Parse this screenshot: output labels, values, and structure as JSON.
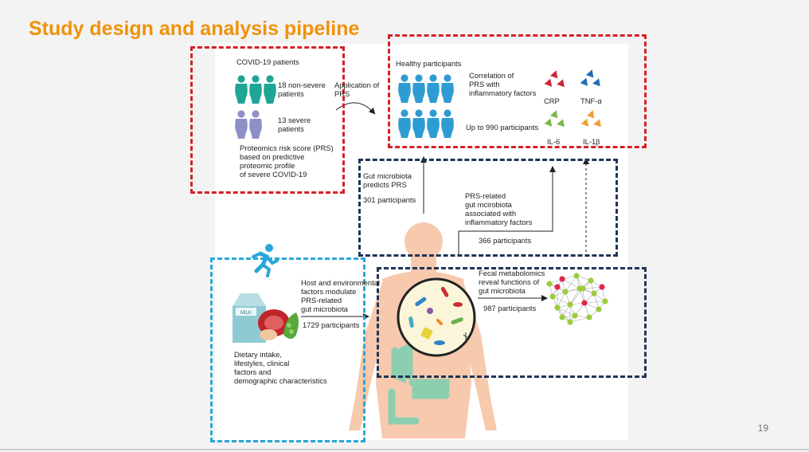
{
  "slide": {
    "title": "Study design and analysis pipeline",
    "page_number": "19"
  },
  "covid": {
    "header": "COVID-19 patients",
    "nonsevere": "18 non-severe\npatients",
    "severe": "13 severe\npatients",
    "prs": "Proteomics risk score (PRS)\nbased on predictive\nproteomic profile\nof severe COVID-19"
  },
  "application": "Application of\nPRS",
  "healthy": {
    "header": "Healthy participants",
    "correlation": "Correlation of\nPRS with\ninflammatory factors",
    "count": "Up to 990 participants"
  },
  "factors": {
    "crp": "CRP",
    "tnf": "TNF-α",
    "il6": "IL-6",
    "il1b": "IL-1β"
  },
  "gut": {
    "predicts": "Gut microbiota\npredicts PRS",
    "count301": "301 participants",
    "prs_related": "PRS-related\ngut mcirobiota\nassociated with\ninflammatory factors",
    "count366": "366 participants"
  },
  "host": {
    "text": "Host and environmental\nfactors modulate\nPRS-related\ngut microbiota",
    "count": "1729 participants",
    "milk_label": "MILK"
  },
  "diet": "Dietary intake,\nlifestyles, clinical\nfactors and\ndemographic characteristics",
  "fecal": {
    "text": "Fecal metabolomics\nreveal functions of\ngut microbiota",
    "count": "987 participants"
  },
  "colors": {
    "title": "#f0920a",
    "red_box": "#d62027",
    "navy_box": "#1f3556",
    "blue_box": "#2aa7d8",
    "teal": "#1ea593",
    "lilac": "#8f8fc8",
    "healthy_blue": "#2f9bd3",
    "crp": "#c8283a",
    "tnf": "#1f6eb5",
    "il6": "#7ab648",
    "il1b": "#f0a032",
    "body": "#f7c9ad",
    "intestine": "#8ccfb0"
  },
  "icons": [
    "person-icon",
    "runner-icon",
    "milk-carton-icon",
    "meat-icon",
    "vegetable-icon",
    "microbe-icon",
    "metabolite-network-icon",
    "inflammatory-factor-icon"
  ]
}
